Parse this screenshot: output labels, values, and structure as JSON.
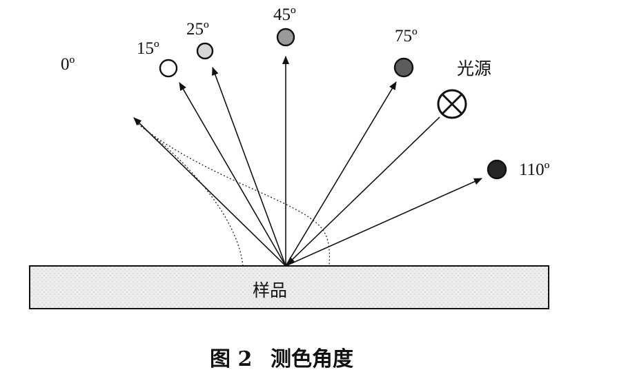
{
  "labels": {
    "angle_0": "0º",
    "angle_15": "15º",
    "angle_25": "25º",
    "angle_45": "45º",
    "angle_75": "75º",
    "angle_110": "110º",
    "light_source": "光源",
    "sample": "样品"
  },
  "caption": {
    "figure_number": "图 2",
    "title": "测色角度"
  },
  "colors": {
    "line": "#111111",
    "sample_fill": "#e9e9e9",
    "marker_15": "#ffffff",
    "marker_25": "#d6d6d6",
    "marker_45": "#9a9a9a",
    "marker_75": "#5c5c5c",
    "marker_110": "#262626"
  }
}
